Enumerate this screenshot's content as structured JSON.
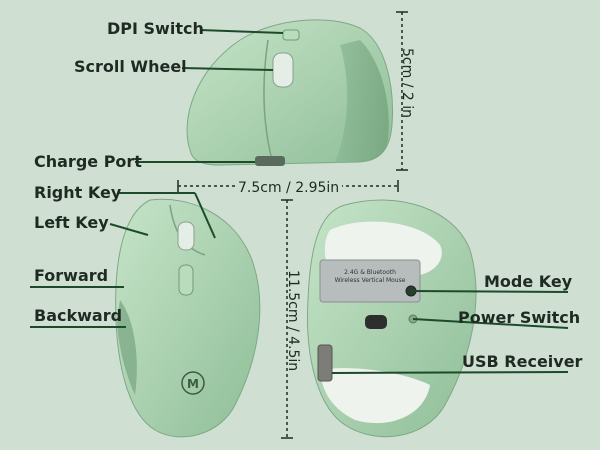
{
  "labels": {
    "dpi_switch": "DPI Switch",
    "scroll_wheel": "Scroll Wheel",
    "charge_port": "Charge Port",
    "right_key": "Right Key",
    "left_key": "Left Key",
    "forward": "Forward",
    "backward": "Backward",
    "mode_key": "Mode Key",
    "power_switch": "Power Switch",
    "usb_receiver": "USB Receiver"
  },
  "dimensions": {
    "height": "5cm / 2 in",
    "width": "7.5cm / 2.95in",
    "length": "11.5cm / 4.5in"
  },
  "sticker": {
    "line1": "2.4G & Bluetooth",
    "line2": "Wireless Vertical Mouse"
  },
  "brand_mark": "M",
  "colors": {
    "background": "#cfe0d3",
    "mouse_body": "#a8d0ae",
    "line": "#1c4a2a"
  }
}
